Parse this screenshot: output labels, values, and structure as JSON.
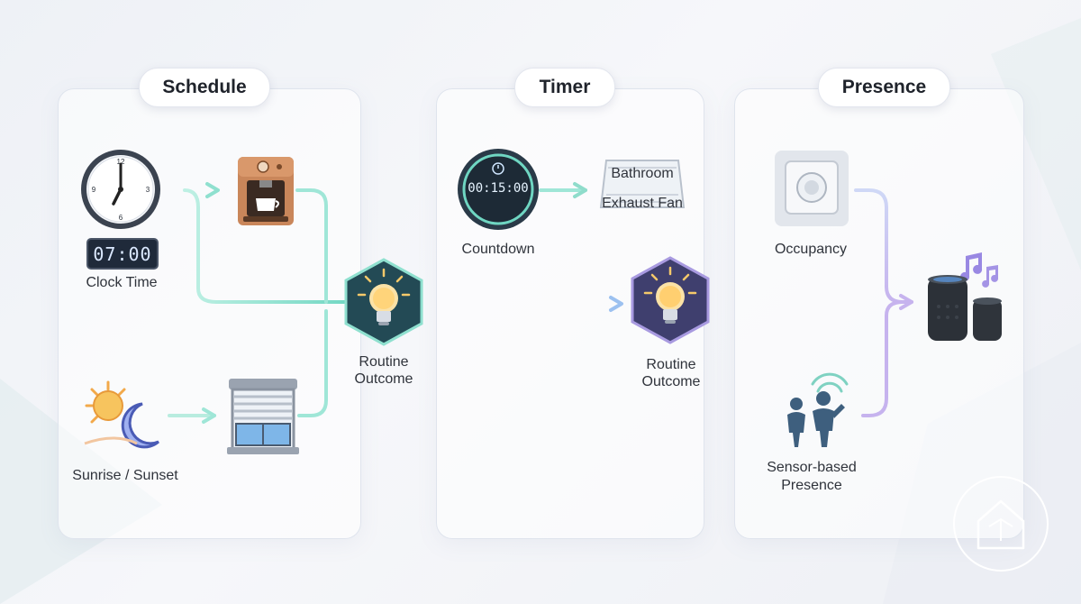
{
  "sections": {
    "schedule": {
      "title": "Schedule"
    },
    "timer": {
      "title": "Timer"
    },
    "presence": {
      "title": "Presence"
    }
  },
  "nodes": {
    "clock_time": {
      "label": "Clock Time",
      "digital_display": "07:00"
    },
    "sunrise_sunset": {
      "label": "Sunrise / Sunset"
    },
    "routine_outcome_1": {
      "label_line1": "Routine",
      "label_line2": "Outcome"
    },
    "countdown": {
      "label": "Countdown",
      "display": "00:15:00"
    },
    "exhaust_fan": {
      "label_line1": "Bathroom",
      "label_line2": "Exhaust Fan"
    },
    "routine_outcome_2": {
      "label_line1": "Routine",
      "label_line2": "Outcome"
    },
    "occupancy": {
      "label": "Occupancy"
    },
    "sensor_presence": {
      "label_line1": "Sensor-based",
      "label_line2": "Presence"
    }
  },
  "icons": {
    "clock": "analog-clock-icon",
    "coffee": "coffee-machine-icon",
    "sun_moon": "sun-moon-icon",
    "blinds": "window-blinds-icon",
    "bulb": "light-bulb-icon",
    "stopwatch": "countdown-timer-icon",
    "fan": "exhaust-fan-icon",
    "occupancy": "occupancy-sensor-icon",
    "people": "people-presence-icon",
    "speaker": "smart-speaker-icon",
    "home": "home-logo-icon"
  },
  "colors": {
    "flow_teal": "#6fd6c2",
    "flow_blue": "#8fb8ee",
    "flow_purple": "#b9a4ea",
    "hex_dark": "#234a55",
    "hex_purple": "#3f3f6e"
  }
}
